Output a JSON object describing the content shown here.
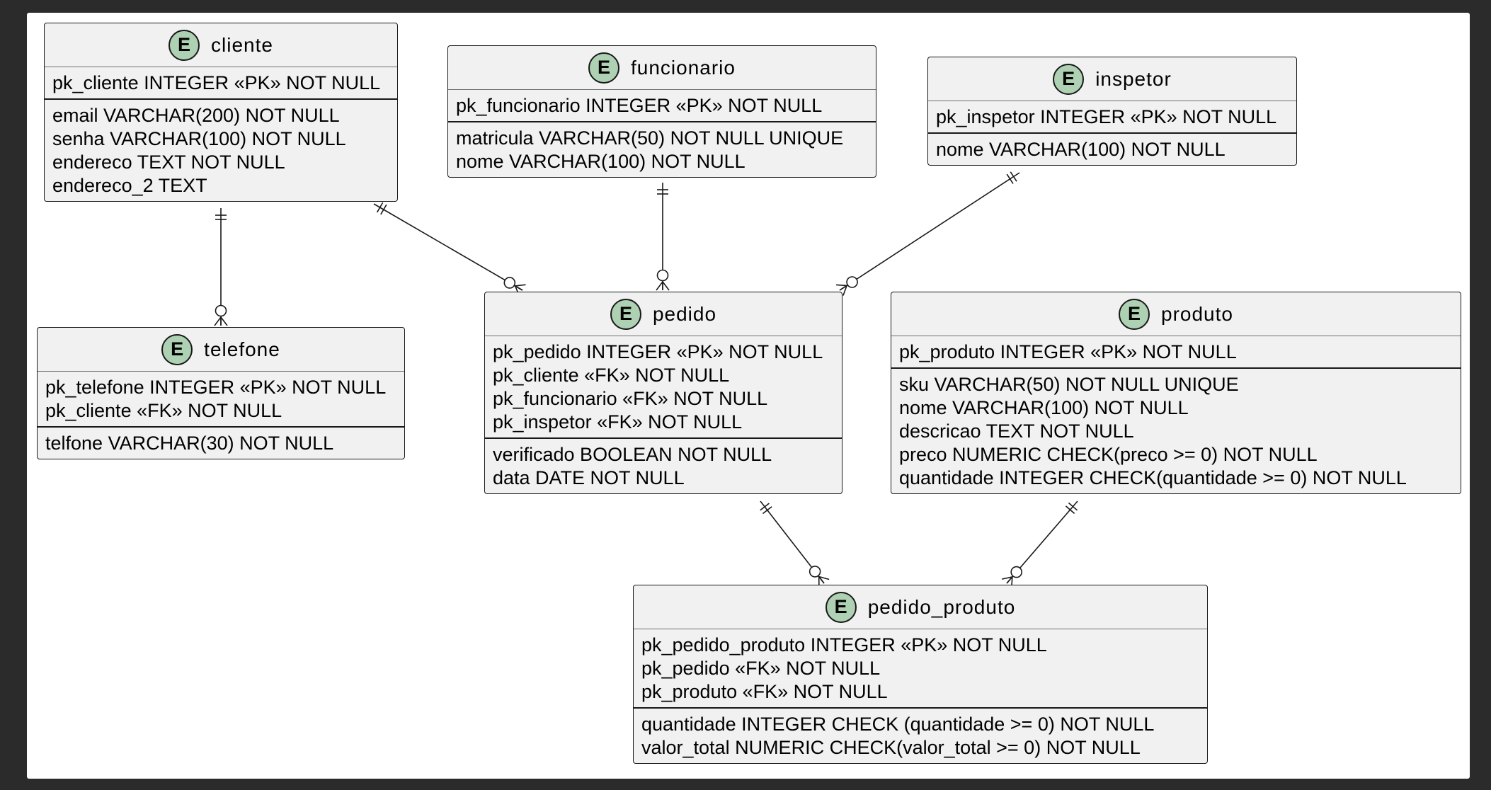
{
  "entities": {
    "cliente": {
      "name": "cliente",
      "badge": "E",
      "keys": [
        "pk_cliente INTEGER «PK» NOT NULL"
      ],
      "attributes": [
        "email VARCHAR(200) NOT NULL",
        "senha VARCHAR(100) NOT NULL",
        "endereco TEXT NOT NULL",
        "endereco_2 TEXT"
      ]
    },
    "funcionario": {
      "name": "funcionario",
      "badge": "E",
      "keys": [
        "pk_funcionario INTEGER «PK» NOT NULL"
      ],
      "attributes": [
        "matricula VARCHAR(50) NOT NULL UNIQUE",
        "nome VARCHAR(100) NOT NULL"
      ]
    },
    "inspetor": {
      "name": "inspetor",
      "badge": "E",
      "keys": [
        "pk_inspetor INTEGER «PK» NOT NULL"
      ],
      "attributes": [
        "nome VARCHAR(100) NOT NULL"
      ]
    },
    "telefone": {
      "name": "telefone",
      "badge": "E",
      "keys": [
        "pk_telefone INTEGER «PK» NOT NULL",
        "pk_cliente «FK» NOT NULL"
      ],
      "attributes": [
        "telfone VARCHAR(30) NOT NULL"
      ]
    },
    "pedido": {
      "name": "pedido",
      "badge": "E",
      "keys": [
        "pk_pedido INTEGER «PK» NOT NULL",
        "pk_cliente «FK» NOT NULL",
        "pk_funcionario «FK» NOT NULL",
        "pk_inspetor «FK» NOT NULL"
      ],
      "attributes": [
        "verificado BOOLEAN NOT NULL",
        "data DATE NOT NULL"
      ]
    },
    "produto": {
      "name": "produto",
      "badge": "E",
      "keys": [
        "pk_produto INTEGER «PK» NOT NULL"
      ],
      "attributes": [
        "sku VARCHAR(50) NOT NULL UNIQUE",
        "nome VARCHAR(100) NOT NULL",
        "descricao TEXT NOT NULL",
        "preco NUMERIC CHECK(preco >= 0) NOT NULL",
        "quantidade INTEGER CHECK(quantidade >= 0) NOT NULL"
      ]
    },
    "pedido_produto": {
      "name": "pedido_produto",
      "badge": "E",
      "keys": [
        "pk_pedido_produto INTEGER «PK» NOT NULL",
        "pk_pedido «FK» NOT NULL",
        "pk_produto «FK» NOT NULL"
      ],
      "attributes": [
        "quantidade INTEGER CHECK (quantidade >= 0) NOT NULL",
        "valor_total NUMERIC CHECK(valor_total >= 0) NOT NULL"
      ]
    }
  },
  "relationships": [
    {
      "from": "cliente",
      "to": "telefone",
      "from_end": "exactly-one",
      "to_end": "zero-or-many"
    },
    {
      "from": "cliente",
      "to": "pedido",
      "from_end": "exactly-one",
      "to_end": "zero-or-many"
    },
    {
      "from": "funcionario",
      "to": "pedido",
      "from_end": "exactly-one",
      "to_end": "zero-or-many"
    },
    {
      "from": "inspetor",
      "to": "pedido",
      "from_end": "exactly-one",
      "to_end": "zero-or-many"
    },
    {
      "from": "pedido",
      "to": "pedido_produto",
      "from_end": "exactly-one",
      "to_end": "zero-or-many"
    },
    {
      "from": "produto",
      "to": "pedido_produto",
      "from_end": "exactly-one",
      "to_end": "zero-or-many"
    }
  ],
  "colors": {
    "background": "#2b2b2b",
    "canvas": "#ffffff",
    "entity_fill": "#f1f1f1",
    "badge_fill": "#add1b2",
    "line": "#181818"
  }
}
